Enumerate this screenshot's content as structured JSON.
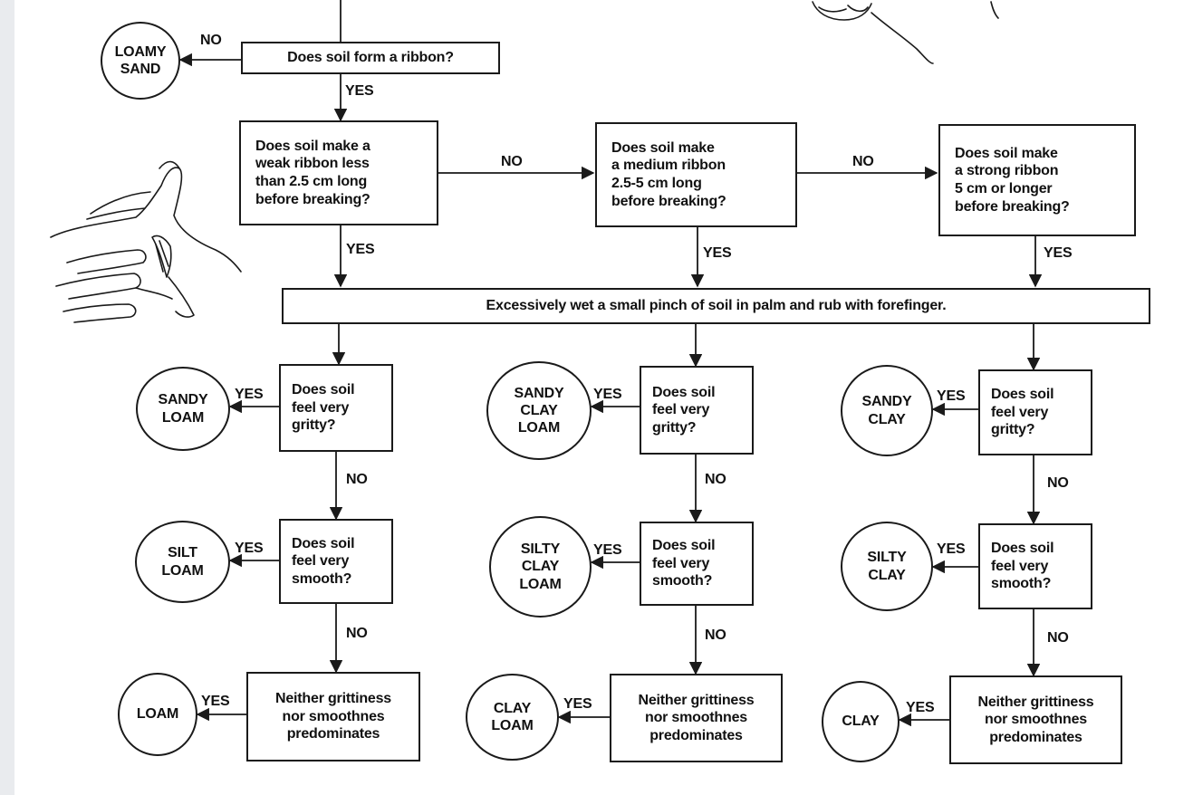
{
  "nodes": {
    "q_ribbon": "Does soil form a ribbon?",
    "q_weak": "Does soil make a\nweak ribbon less\nthan 2.5 cm long\nbefore breaking?",
    "q_medium": "Does soil make\na medium ribbon\n2.5-5 cm long\nbefore breaking?",
    "q_strong": "Does soil make\na strong ribbon\n5 cm or longer\nbefore breaking?",
    "wet_instruction": "Excessively wet a small pinch of soil in palm and rub with forefinger.",
    "q_gritty_1": "Does soil\nfeel very\ngritty?",
    "q_gritty_2": "Does soil\nfeel very\ngritty?",
    "q_gritty_3": "Does soil\nfeel very\ngritty?",
    "q_smooth_1": "Does soil\nfeel very\nsmooth?",
    "q_smooth_2": "Does soil\nfeel very\nsmooth?",
    "q_smooth_3": "Does soil\nfeel very\nsmooth?",
    "q_neither_1": "Neither grittiness\nnor smoothnes\npredominates",
    "q_neither_2": "Neither grittiness\nnor smoothnes\npredominates",
    "q_neither_3": "Neither grittiness\nnor smoothnes\npredominates"
  },
  "results": {
    "loamy_sand": "LOAMY\nSAND",
    "sandy_loam": "SANDY\nLOAM",
    "silt_loam": "SILT\nLOAM",
    "loam": "LOAM",
    "sandy_clay_loam": "SANDY\nCLAY\nLOAM",
    "silty_clay_loam": "SILTY\nCLAY\nLOAM",
    "clay_loam": "CLAY\nLOAM",
    "sandy_clay": "SANDY\nCLAY",
    "silty_clay": "SILTY\nCLAY",
    "clay": "CLAY"
  },
  "edge_labels": {
    "yes": "YES",
    "no": "NO"
  },
  "colors": {
    "line": "#1a1a1a",
    "background": "#ffffff"
  },
  "icons": [
    "hand-pinching-soil-icon",
    "hand-ribbon-icon"
  ]
}
